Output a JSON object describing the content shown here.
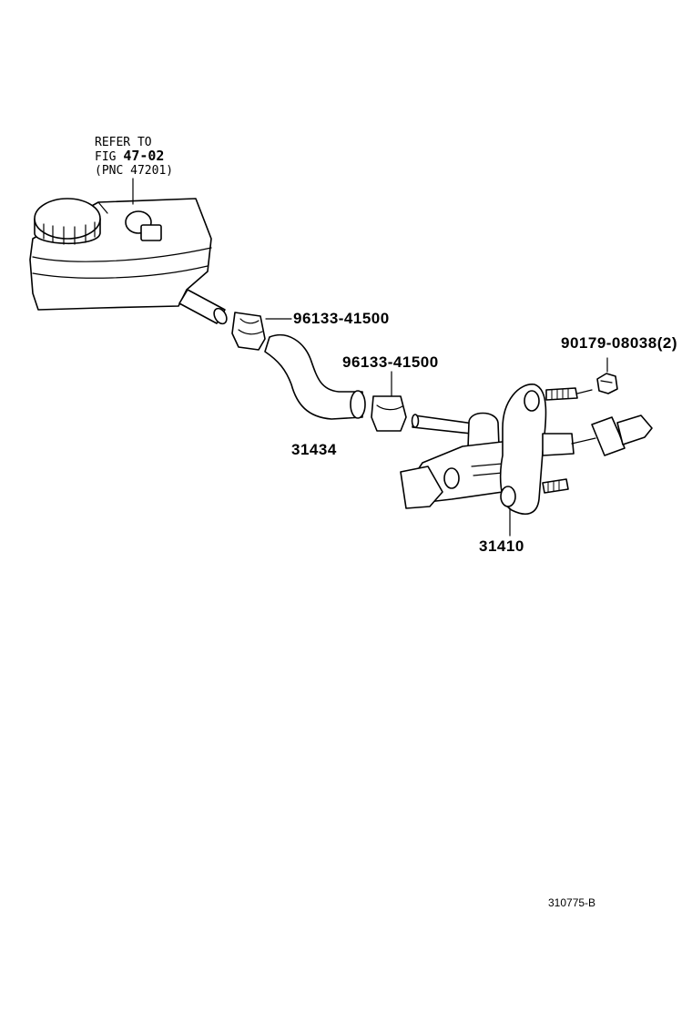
{
  "refer": {
    "line1": "REFER TO",
    "fig_prefix": "FIG",
    "fig_number": "47-02",
    "line3": "(PNC 47201)"
  },
  "parts": {
    "clip_upper": "96133-41500",
    "clip_lower": "96133-41500",
    "nut": "90179-08038(2)",
    "hose": "31434",
    "master_cylinder": "31410"
  },
  "illustration_code": "310775-B"
}
